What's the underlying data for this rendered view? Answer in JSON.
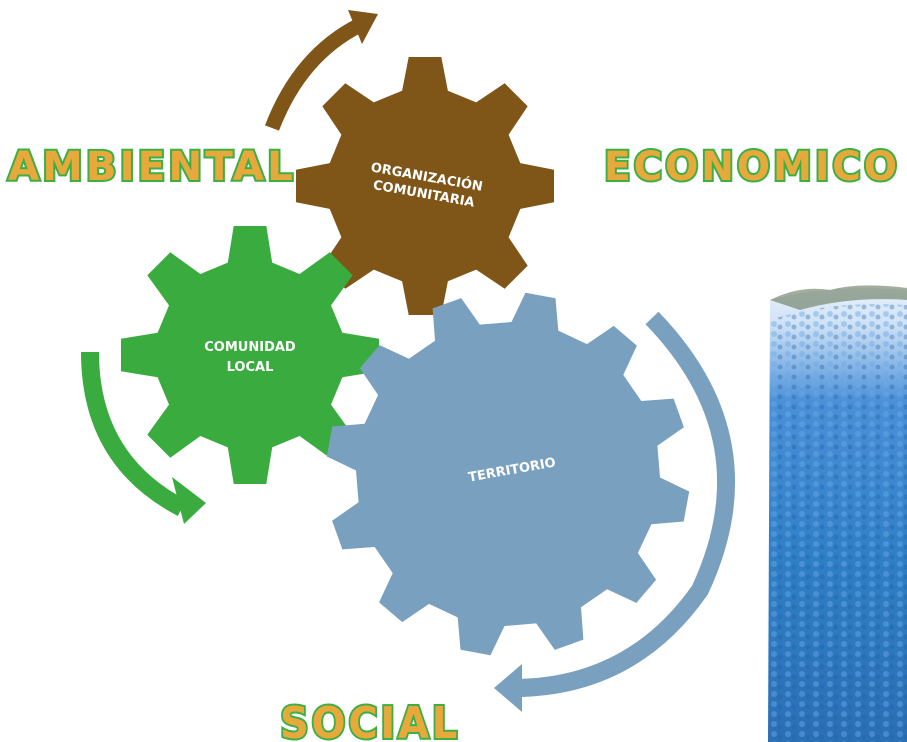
{
  "labels": {
    "ambiental": "AMBIENTAL",
    "economico": "ECONOMICO",
    "social": "SOCIAL"
  },
  "gears": {
    "organizacion": {
      "line1": "ORGANIZACIÓN",
      "line2": "COMUNITARIA",
      "color": "#7f5618"
    },
    "comunidad": {
      "line1": "COMUNIDAD",
      "line2": "LOCAL",
      "color": "#3aac3f"
    },
    "territorio": {
      "line1": "TERRITORIO",
      "color": "#7aa0bf"
    }
  },
  "colors": {
    "word_fill": "#e7a83c",
    "word_outline": "#3cb043",
    "photo_sky": "#2f7fc6",
    "photo_forest": "#4a90d9"
  }
}
